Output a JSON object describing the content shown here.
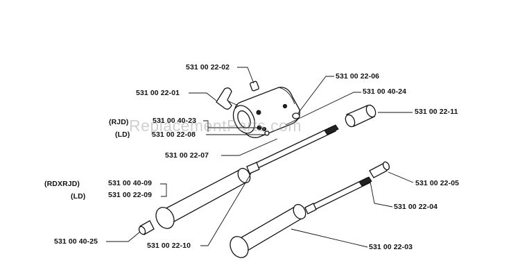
{
  "watermark": "ReplacementParts.com",
  "labels": {
    "p_22_02": "531 00 22-02",
    "p_22_06": "531 00 22-06",
    "p_22_01": "531 00 22-01",
    "p_40_24": "531 00 40-24",
    "p_22_11": "531 00 22-11",
    "rjd_tag": "(RJD)",
    "p_40_23": "531 00 40-23",
    "ld_tag_1": "(LD)",
    "p_22_08": "531 00 22-08",
    "p_22_07": "531 00 22-07",
    "rdxrjd_tag": "(RDXRJD)",
    "p_40_09": "531 00 40-09",
    "p_22_09": "531 00 22-09",
    "ld_tag_2": "(LD)",
    "p_22_05": "531 00 22-05",
    "p_22_04": "531 00 22-04",
    "p_40_25": "531 00 40-25",
    "p_22_10": "531 00 22-10",
    "p_22_03": "531 00 22-03"
  }
}
